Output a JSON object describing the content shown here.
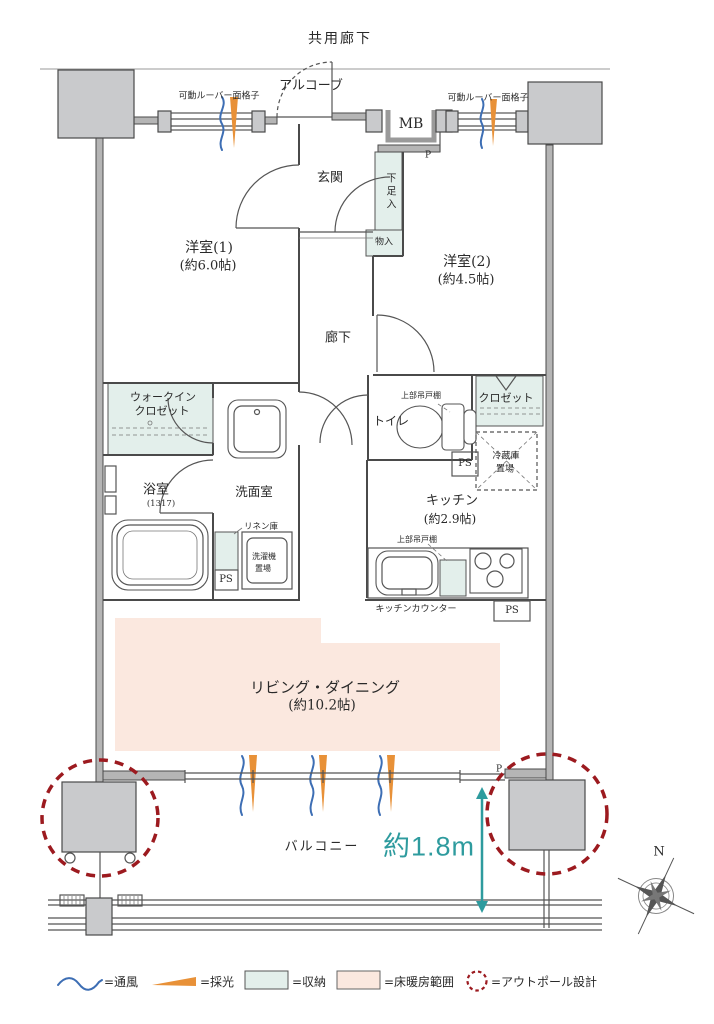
{
  "plan": {
    "top": {
      "common_corridor": "共用廊下",
      "alcove": "アルコーブ",
      "mb": "MB",
      "p": "P",
      "louver_left": "可動ルーバー面格子",
      "louver_right": "可動ルーバー面格子"
    },
    "entry": {
      "genkan": "玄関",
      "shoe_cabinet": "下足入",
      "storage": "物入"
    },
    "rooms": {
      "bedroom1": {
        "name": "洋室(1)",
        "size": "(約6.0帖)"
      },
      "bedroom2": {
        "name": "洋室(2)",
        "size": "(約4.5帖)"
      },
      "hallway": "廊下",
      "wic_line1": "ウォークイン",
      "wic_line2": "クロゼット",
      "closet": "クロゼット",
      "toilet": "トイレ",
      "toilet_upper_cabinet": "上部吊戸棚",
      "toilet_ps": "PS",
      "fridge_line1": "冷蔵庫",
      "fridge_line2": "置場",
      "bath_name": "浴室",
      "bath_size": "(1317)",
      "washroom": "洗面室",
      "linen": "リネン庫",
      "washer_line1": "洗濯機",
      "washer_line2": "置場",
      "washroom_ps": "PS",
      "kitchen_name": "キッチン",
      "kitchen_size": "(約2.9帖)",
      "kitchen_upper_cabinet": "上部吊戸棚",
      "kitchen_counter": "キッチンカウンター",
      "kitchen_ps": "PS",
      "living_name": "リビング・ダイニング",
      "living_size": "(約10.2帖)"
    },
    "balcony": {
      "name": "バルコニー",
      "depth": "約1.8m",
      "p": "P"
    },
    "compass_n": "N"
  },
  "legend": {
    "items": [
      {
        "symbol": "ventilation-wave",
        "label": "=通風"
      },
      {
        "symbol": "daylight-line",
        "label": "=採光"
      },
      {
        "symbol": "storage-box",
        "label": "=収納"
      },
      {
        "symbol": "floor-heating-box",
        "label": "=床暖房範囲"
      },
      {
        "symbol": "outpole-dashed-circle",
        "label": "=アウトポール設計"
      }
    ]
  },
  "colors": {
    "storage": "#e3efeb",
    "floor_heating": "#fbe8df",
    "ventilation": "#3d6eb4",
    "daylight": "#e89138",
    "outpole": "#9c1a1f",
    "dimension": "#2e9b9e",
    "pillar": "#c9cacc",
    "wall_fill": "#b5b5b5",
    "line": "#4a4a4a"
  }
}
